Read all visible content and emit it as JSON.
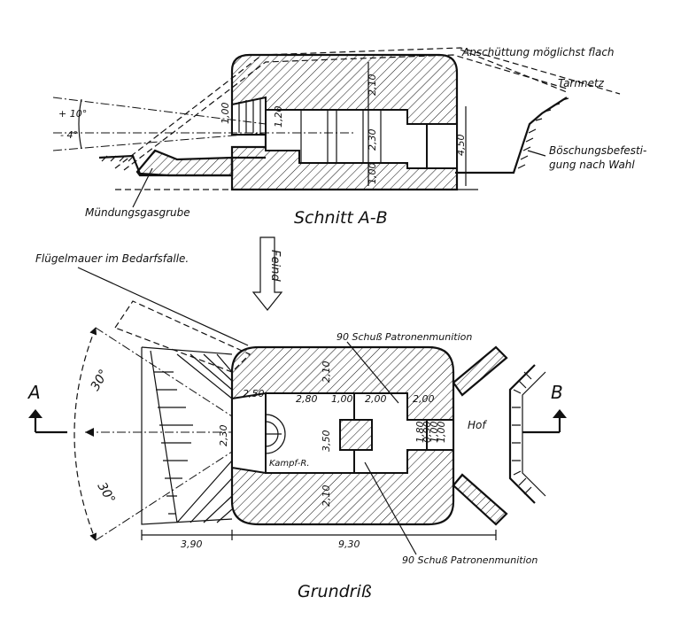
{
  "section": {
    "title": "Schnitt A-B",
    "labels": {
      "fill_note": "Anschüttung möglichst flach",
      "camouflage": "Tarnnetz",
      "slope": "Böschungsbefesti-",
      "slope_2": "gung nach Wahl",
      "muzzle_pit": "Mündungsgasgrube",
      "angle_up": "+ 10°",
      "angle_down": "- 4°"
    },
    "dims": {
      "roof": "2,10",
      "room_height": "2,30",
      "floor": "1,00",
      "total_height": "4,50",
      "emb_1": "1,00",
      "emb_2": "1,20"
    }
  },
  "plan": {
    "title": "Grundriß",
    "labels": {
      "enemy": "Feind",
      "wing_wall": "Flügelmauer im Bedarfsfalle.",
      "ammo_top": "90 Schuß Patronenmunition",
      "ammo_bottom": "90 Schuß Patronenmunition",
      "yard": "Hof",
      "fighting_room": "Kampf-R.",
      "marker_a": "A",
      "marker_b": "B",
      "angle_left": "30°",
      "angle_right": "30°"
    },
    "dims": {
      "left_len": "3,90",
      "right_len": "9,30",
      "w1": "2,80",
      "w2": "2,00",
      "w3": "2,00",
      "wall_top": "2,10",
      "wall_top_left": "2,50",
      "wall_side": "1,00",
      "room_depth": "3,50",
      "wall_bottom": "2,10",
      "emb_depth": "2,30",
      "small_1": "1,80",
      "small_2": "0,90",
      "small_3": "1,00",
      "small_4": "1,00"
    }
  }
}
